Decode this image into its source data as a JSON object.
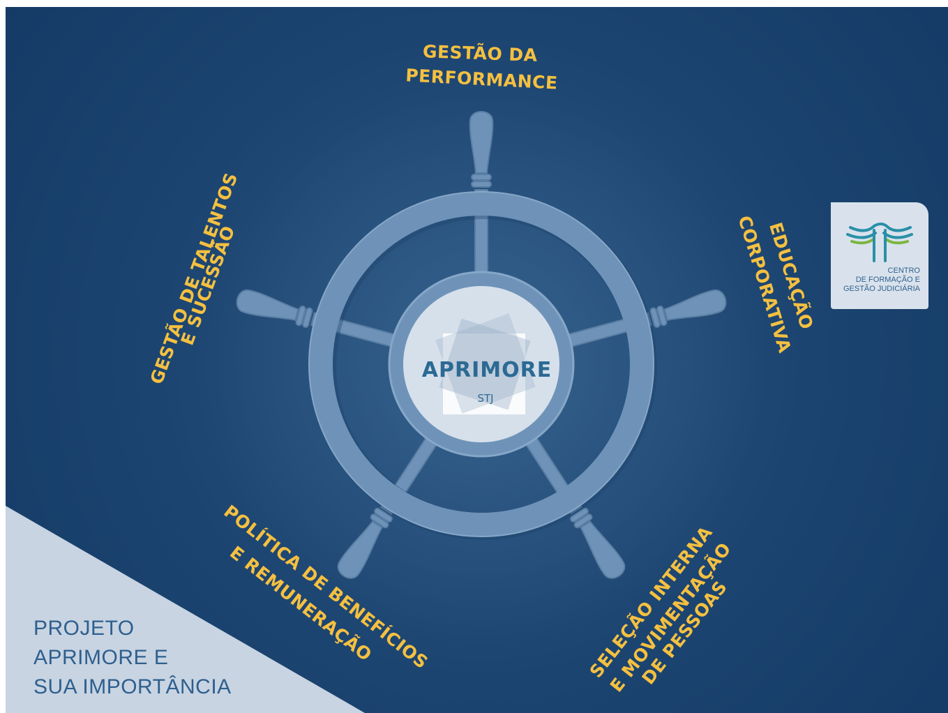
{
  "center": {
    "title": "APRIMORE",
    "subtitle": "STJ"
  },
  "segments": [
    {
      "id": "top",
      "lines": [
        "GESTÃO DA",
        "PERFORMANCE"
      ]
    },
    {
      "id": "right",
      "lines": [
        "EDUCAÇÃO",
        "CORPORATIVA"
      ]
    },
    {
      "id": "bottom-right",
      "lines": [
        "SELEÇÃO INTERNA",
        "E MOVIMENTAÇÃO",
        "DE PESSOAS"
      ]
    },
    {
      "id": "bottom-left",
      "lines": [
        "POLÍTICA DE BENEFÍCIOS",
        "E REMUNERAÇÃO"
      ]
    },
    {
      "id": "left",
      "lines": [
        "GESTÃO DE TALENTOS",
        "E SUCESSÃO"
      ]
    }
  ],
  "corner_title": [
    "PROJETO",
    "APRIMORE E",
    "SUA IMPORTÂNCIA"
  ],
  "logo": {
    "lines": [
      "CENTRO",
      "DE FORMAÇÃO E",
      "GESTÃO JUDICIÁRIA"
    ]
  },
  "colors": {
    "background": "#1c4470",
    "label": "#f5c040",
    "wheel": "#6f93b8",
    "corner": "#c8d4e2",
    "logo_teal": "#2a8fa8",
    "logo_green": "#7cb542"
  }
}
